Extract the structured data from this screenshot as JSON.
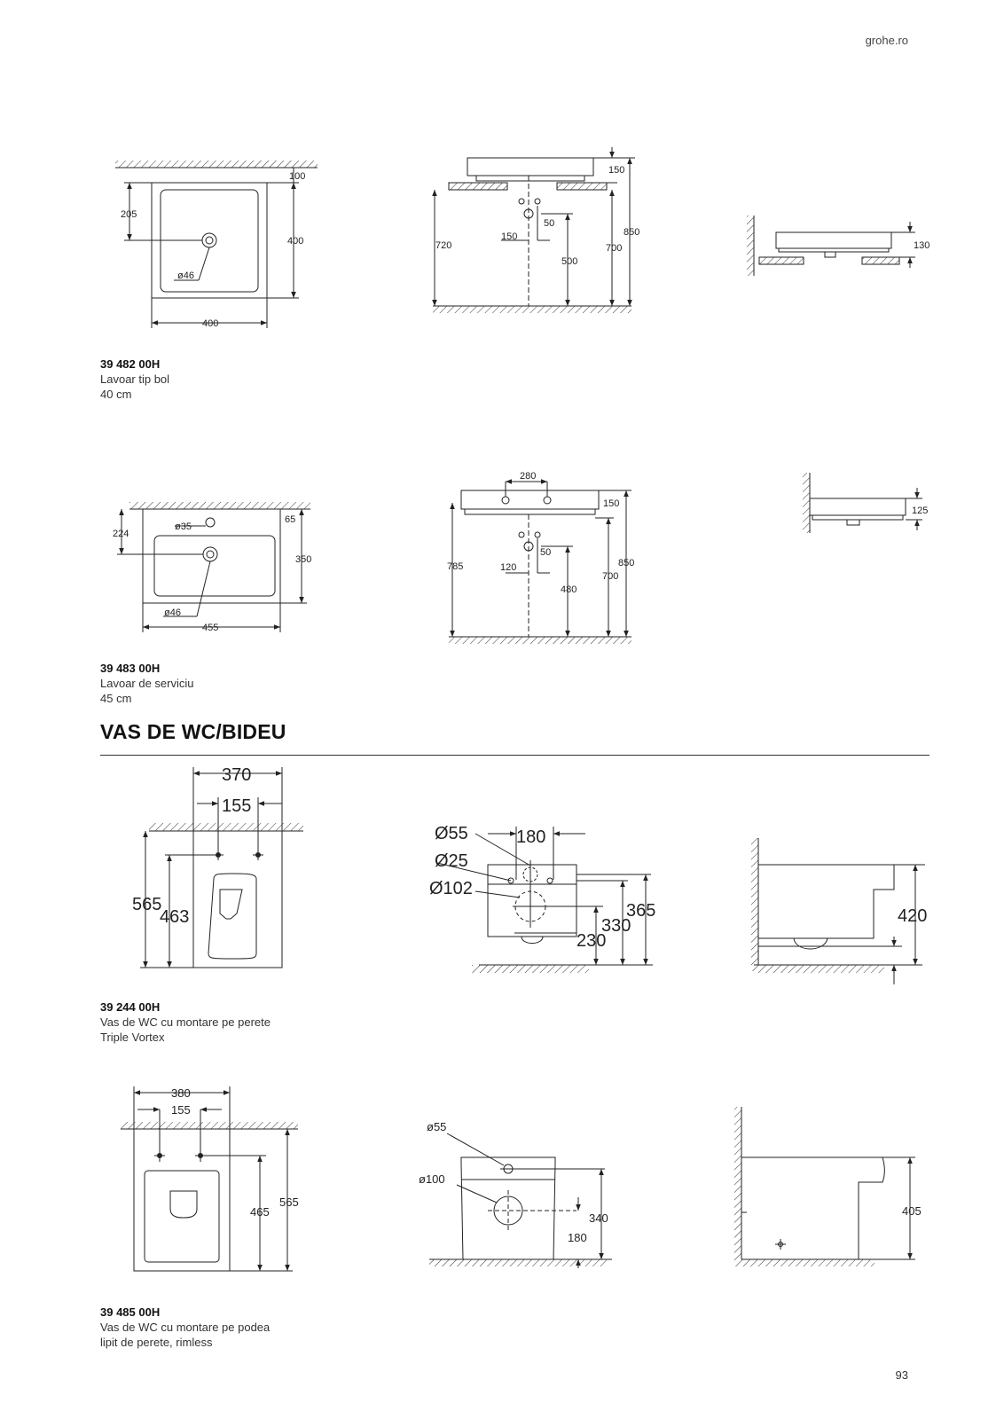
{
  "header": {
    "site": "grohe.ro"
  },
  "footer": {
    "page_number": "93"
  },
  "section": {
    "title": "VAS DE WC/BIDEU"
  },
  "products": [
    {
      "code": "39 482 00H",
      "name": "Lavoar tip bol",
      "size": "40 cm",
      "dims": {
        "a": "100",
        "b": "205",
        "c": "400",
        "d": "ø46",
        "e": "400",
        "f": "150",
        "g": "50",
        "h": "150",
        "i": "850",
        "j": "720",
        "k": "700",
        "l": "500",
        "m": "130"
      }
    },
    {
      "code": "39 483 00H",
      "name": "Lavoar de serviciu",
      "size": "45 cm",
      "dims": {
        "a": "224",
        "b": "ø35",
        "c": "65",
        "d": "350",
        "e": "ø46",
        "f": "455",
        "g": "280",
        "h": "150",
        "i": "50",
        "j": "785",
        "k": "120",
        "l": "850",
        "m": "700",
        "n": "480",
        "o": "125"
      }
    },
    {
      "code": "39 244 00H",
      "name": "Vas de WC cu montare pe perete",
      "size": "Triple Vortex",
      "dims": {
        "a": "370",
        "b": "155",
        "c": "565",
        "d": "463",
        "e": "Ø55",
        "f": "180",
        "g": "Ø25",
        "h": "Ø102",
        "i": "365",
        "j": "330",
        "k": "230",
        "l": "420"
      }
    },
    {
      "code": "39 485 00H",
      "name": "Vas de WC cu montare pe podea",
      "size": "lipit de perete, rimless",
      "dims": {
        "a": "380",
        "b": "155",
        "c": "465",
        "d": "565",
        "e": "ø55",
        "f": "ø100",
        "g": "340",
        "h": "180",
        "i": "405"
      }
    }
  ]
}
